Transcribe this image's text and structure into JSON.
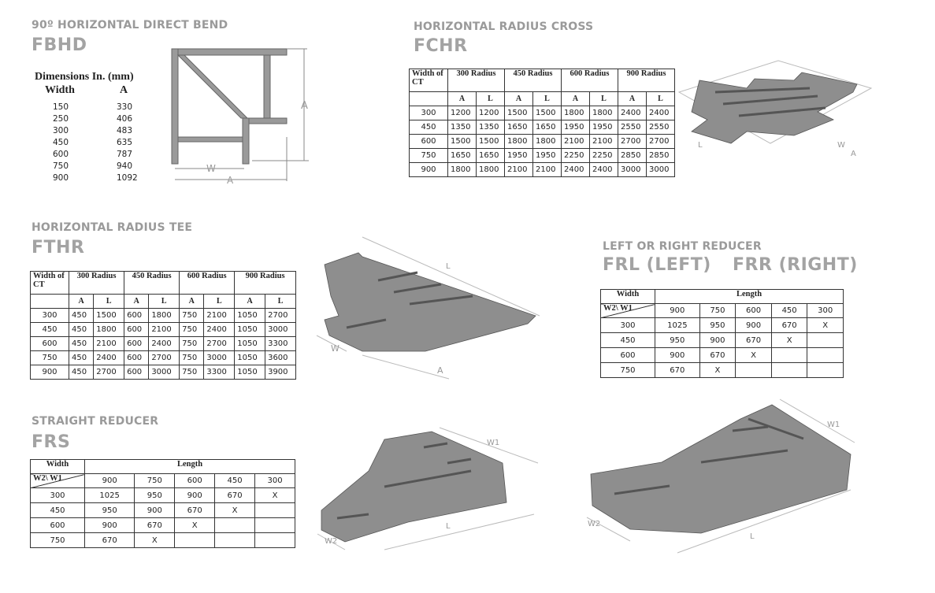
{
  "fbhd": {
    "subtitle": "90º HORIZONTAL DIRECT BEND",
    "code": "FBHD",
    "dim_title": "Dimensions In. (mm)",
    "col_width": "Width",
    "col_a": "A",
    "rows": [
      [
        "150",
        "330"
      ],
      [
        "250",
        "406"
      ],
      [
        "300",
        "483"
      ],
      [
        "450",
        "635"
      ],
      [
        "600",
        "787"
      ],
      [
        "750",
        "940"
      ],
      [
        "900",
        "1092"
      ]
    ],
    "diagram_labels": {
      "w": "W",
      "a_bottom": "A",
      "a_side": "A"
    }
  },
  "fchr": {
    "subtitle": "HORIZONTAL RADIUS CROSS",
    "code": "FCHR",
    "table": {
      "width_header": "Width of CT",
      "groups": [
        "300 Radius",
        "450 Radius",
        "600 Radius",
        "900 Radius"
      ],
      "subcols": [
        "A",
        "L",
        "A",
        "L",
        "A",
        "L",
        "A",
        "L"
      ],
      "rows": [
        [
          "300",
          "1200",
          "1200",
          "1500",
          "1500",
          "1800",
          "1800",
          "2400",
          "2400"
        ],
        [
          "450",
          "1350",
          "1350",
          "1650",
          "1650",
          "1950",
          "1950",
          "2550",
          "2550"
        ],
        [
          "600",
          "1500",
          "1500",
          "1800",
          "1800",
          "2100",
          "2100",
          "2700",
          "2700"
        ],
        [
          "750",
          "1650",
          "1650",
          "1950",
          "1950",
          "2250",
          "2250",
          "2850",
          "2850"
        ],
        [
          "900",
          "1800",
          "1800",
          "2100",
          "2100",
          "2400",
          "2400",
          "3000",
          "3000"
        ]
      ]
    },
    "image_labels": {
      "l": "L",
      "w": "W",
      "a": "A"
    }
  },
  "fthr": {
    "subtitle": "HORIZONTAL RADIUS TEE",
    "code": "FTHR",
    "table": {
      "width_header": "Width of CT",
      "groups": [
        "300 Radius",
        "450 Radius",
        "600 Radius",
        "900 Radius"
      ],
      "subcols": [
        "A",
        "L",
        "A",
        "L",
        "A",
        "L",
        "A",
        "L"
      ],
      "rows": [
        [
          "300",
          "450",
          "1500",
          "600",
          "1800",
          "750",
          "2100",
          "1050",
          "2700"
        ],
        [
          "450",
          "450",
          "1800",
          "600",
          "2100",
          "750",
          "2400",
          "1050",
          "3000"
        ],
        [
          "600",
          "450",
          "2100",
          "600",
          "2400",
          "750",
          "2700",
          "1050",
          "3300"
        ],
        [
          "750",
          "450",
          "2400",
          "600",
          "2700",
          "750",
          "3000",
          "1050",
          "3600"
        ],
        [
          "900",
          "450",
          "2700",
          "600",
          "3000",
          "750",
          "3300",
          "1050",
          "3900"
        ]
      ]
    },
    "image_labels": {
      "l": "L",
      "w": "W",
      "a": "A"
    }
  },
  "frl": {
    "subtitle": "LEFT OR RIGHT REDUCER",
    "code_left": "FRL (LEFT)",
    "code_right": "FRR (RIGHT)",
    "table": {
      "width_header": "Width",
      "length_header": "Length",
      "corner": "W2\\ W1",
      "w1": [
        "900",
        "750",
        "600",
        "450",
        "300"
      ],
      "rows": [
        [
          "300",
          "1025",
          "950",
          "900",
          "670",
          "X"
        ],
        [
          "450",
          "950",
          "900",
          "670",
          "X",
          ""
        ],
        [
          "600",
          "900",
          "670",
          "X",
          "",
          ""
        ],
        [
          "750",
          "670",
          "X",
          "",
          "",
          ""
        ]
      ]
    },
    "image_labels": {
      "w1": "W1",
      "w2": "W2",
      "l": "L"
    }
  },
  "frs": {
    "subtitle": "STRAIGHT REDUCER",
    "code": "FRS",
    "table": {
      "width_header": "Width",
      "length_header": "Length",
      "corner": "W2\\ W1",
      "w1": [
        "900",
        "750",
        "600",
        "450",
        "300"
      ],
      "rows": [
        [
          "300",
          "1025",
          "950",
          "900",
          "670",
          "X"
        ],
        [
          "450",
          "950",
          "900",
          "670",
          "X",
          ""
        ],
        [
          "600",
          "900",
          "670",
          "X",
          "",
          ""
        ],
        [
          "750",
          "670",
          "X",
          "",
          "",
          ""
        ]
      ]
    },
    "image_labels": {
      "w1": "W1",
      "w2": "W2",
      "l": "L"
    }
  },
  "colors": {
    "heading": "#9a9a9a",
    "metal": "#8e8e8e",
    "metal_dark": "#5e5e5e",
    "metal_light": "#b8b8b8"
  }
}
